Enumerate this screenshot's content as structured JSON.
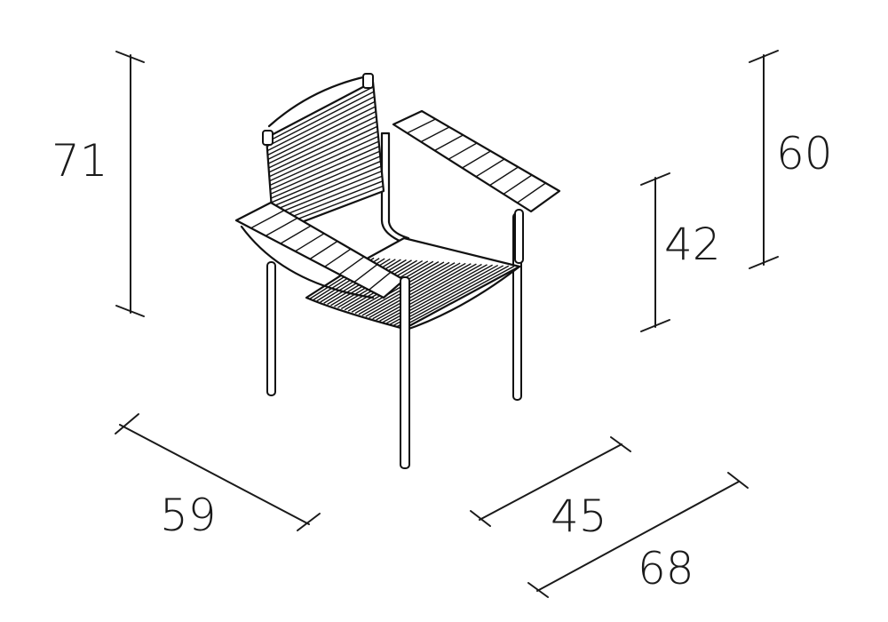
{
  "diagram": {
    "subject": "armchair",
    "dimensions": {
      "overall_height": "71",
      "armrest_height": "60",
      "seat_height": "42",
      "width": "59",
      "seat_depth": "45",
      "overall_depth": "68"
    },
    "line_color": "#1a1a1a",
    "background": "#ffffff"
  }
}
